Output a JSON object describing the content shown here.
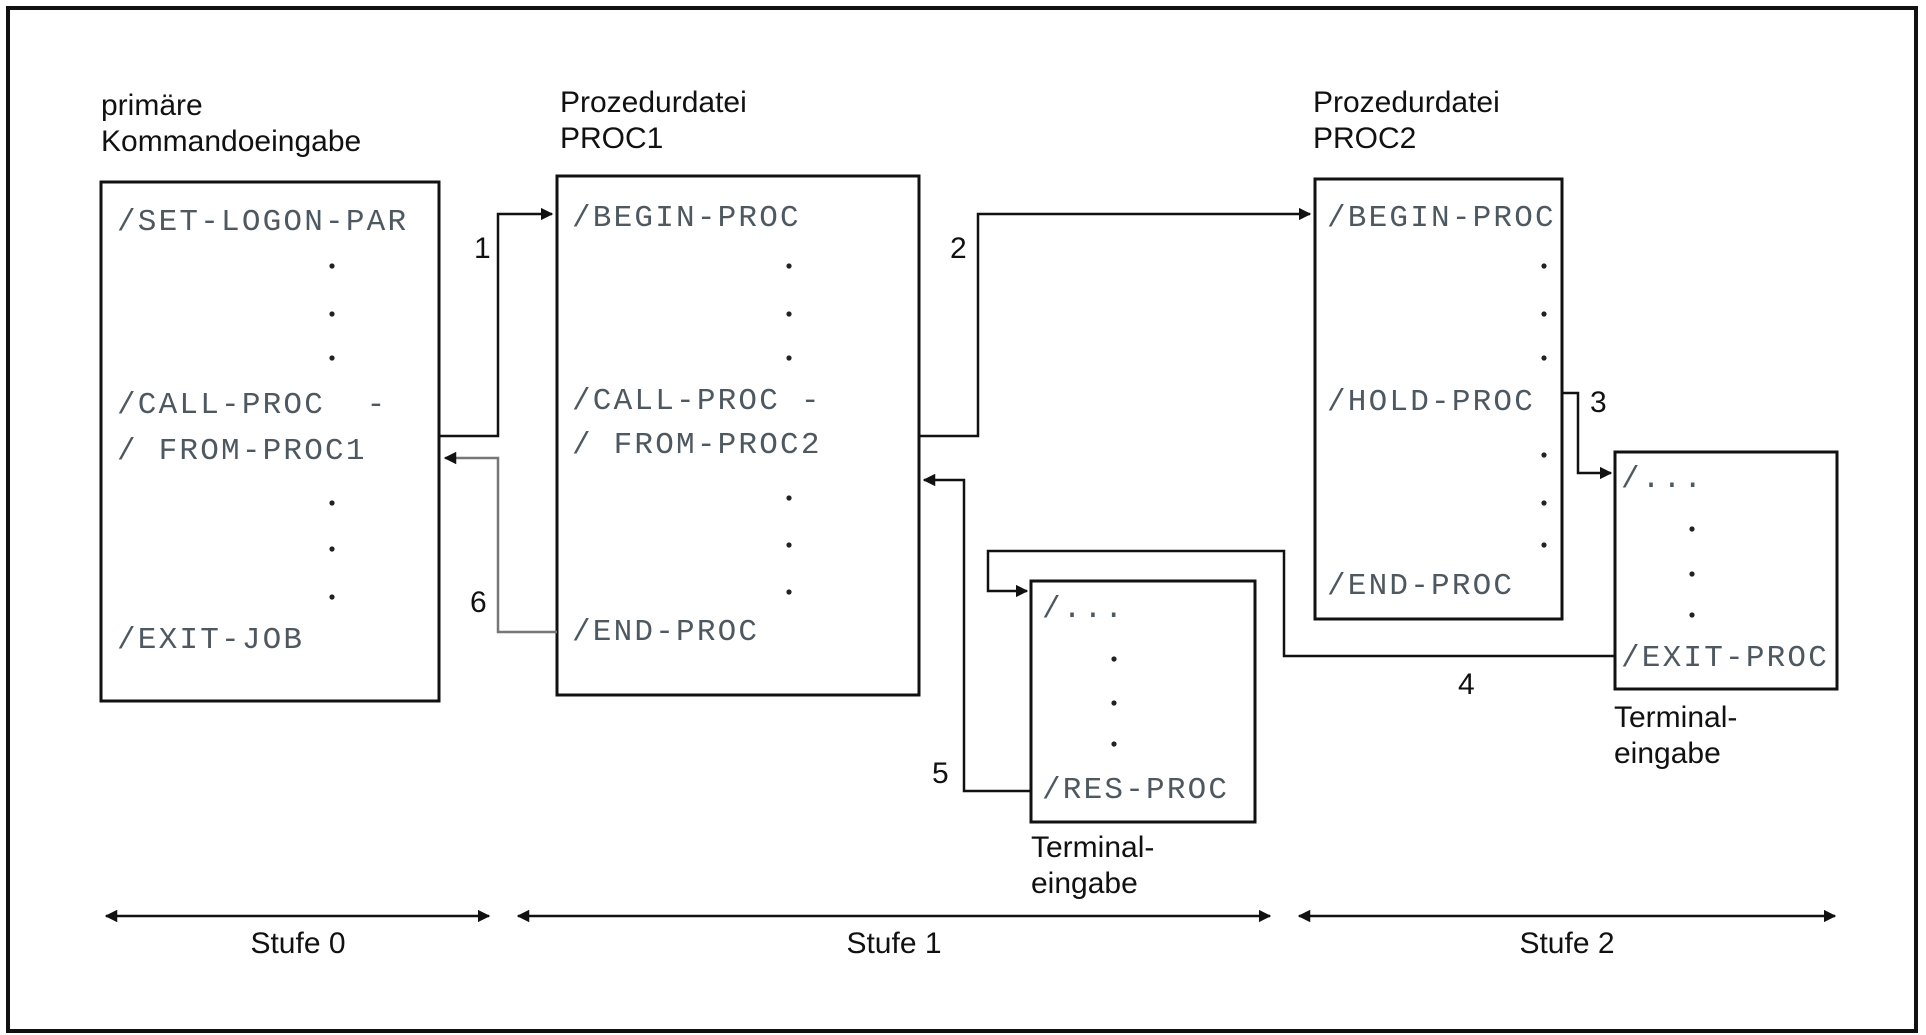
{
  "boxes": [
    {
      "id": "primary",
      "heading": [
        "primäre",
        "Kommandoeingabe"
      ],
      "lines": [
        "/SET-LOGON-PAR",
        ".",
        ".",
        ".",
        "/CALL-PROC  -",
        "/ FROM-PROC1",
        ".",
        ".",
        ".",
        "/EXIT-JOB"
      ]
    },
    {
      "id": "proc1",
      "heading": [
        "Prozedurdatei",
        "PROC1"
      ],
      "lines": [
        "/BEGIN-PROC",
        ".",
        ".",
        ".",
        "/CALL-PROC -",
        "/ FROM-PROC2",
        ".",
        ".",
        ".",
        "/END-PROC"
      ]
    },
    {
      "id": "proc2",
      "heading": [
        "Prozedurdatei",
        "PROC2"
      ],
      "lines": [
        "/BEGIN-PROC",
        ".",
        ".",
        ".",
        "/HOLD-PROC",
        ".",
        ".",
        ".",
        "/END-PROC"
      ]
    },
    {
      "id": "terminal1",
      "caption": [
        "Terminal-",
        "eingabe"
      ],
      "lines": [
        "/...",
        ".",
        ".",
        ".",
        "/RES-PROC"
      ]
    },
    {
      "id": "terminal2",
      "caption": [
        "Terminal-",
        "eingabe"
      ],
      "lines": [
        "/...",
        ".",
        ".",
        ".",
        "/EXIT-PROC"
      ]
    }
  ],
  "arrows": [
    {
      "label": "1",
      "from": "primary",
      "to": "proc1"
    },
    {
      "label": "2",
      "from": "proc1",
      "to": "proc2"
    },
    {
      "label": "3",
      "from": "proc2",
      "to": "terminal2"
    },
    {
      "label": "4",
      "from": "terminal2",
      "to": "terminal1"
    },
    {
      "label": "5",
      "from": "terminal1",
      "to": "proc1"
    },
    {
      "label": "6",
      "from": "proc1",
      "to": "primary"
    }
  ],
  "stages": [
    "Stufe 0",
    "Stufe 1",
    "Stufe 2"
  ]
}
